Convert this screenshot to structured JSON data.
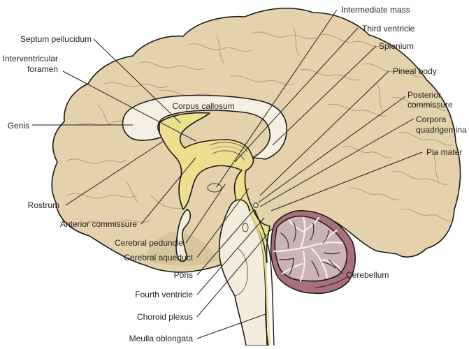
{
  "figure": {
    "title": "Midsagittal section of the brain",
    "colors": {
      "cerebrum": "#e3d2ac",
      "cerebrum_shadow": "#cdb98f",
      "white_matter": "#f6f0e2",
      "ventricle": "#ece08f",
      "brainstem": "#f4ecdc",
      "cerebellum": "#cbb3b8",
      "cerebellum_outer": "#a8707a",
      "outline": "#1e1a18",
      "label_text": "#231f20"
    }
  },
  "labels": {
    "septum_pellucidum": "Septum pellucidum",
    "interventricular_foramen_line1": "Interventricular",
    "interventricular_foramen_line2": "foramen",
    "genis": "Genis",
    "corpus_callosum": "Corpus callosum",
    "rostrum": "Rostrum",
    "anterior_commissure": "Anterior commissure",
    "cerebral_peduncle": "Cerebral peduncle",
    "cerebral_aqueduct": "Cerebral aqueduct",
    "pons": "Pons",
    "fourth_ventricle": "Fourth ventricle",
    "choroid_plexus": "Choroid plexus",
    "medulla_oblongata": "Meulla oblongata",
    "intermediate_mass": "Intermediate mass",
    "third_ventricle": "Third ventricle",
    "splenium": "Splenium",
    "pineal_body": "Pineal body",
    "posterior_commissure_line1": "Posterior",
    "posterior_commissure_line2": "commissure",
    "corpora_quadrigemina_line1": "Corpora",
    "corpora_quadrigemina_line2": "quadrigemina",
    "pia_mater": "Pia mater",
    "cerebellum": "Cerebellum"
  }
}
